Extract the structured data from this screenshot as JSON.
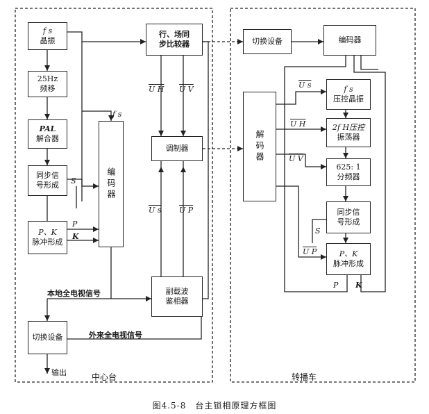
{
  "caption": "图4.5-8　台主锁相原理方框图",
  "regions": {
    "center": "中心台",
    "van": "转播车"
  },
  "left": {
    "fs": {
      "l1": "f s",
      "l2": "晶振"
    },
    "shift": {
      "l1": "25Hz",
      "l2": "频移"
    },
    "pal": {
      "l1": "PAL",
      "l2": "解合器"
    },
    "sync": {
      "l1": "同步信",
      "l2": "号形成"
    },
    "pk": {
      "l1": "P、K",
      "l2": "脉冲形成"
    },
    "switch": "切换设备",
    "encoder": "编码器",
    "compare": {
      "l1": "行、场同",
      "l2": "步比较器"
    },
    "modulator": "调制器",
    "demod": {
      "l1": "副载波",
      "l2": "鉴相器"
    }
  },
  "right": {
    "switch": "切换设备",
    "encoder": "编码器",
    "decoder": "解码器",
    "vco": {
      "l1": "f s",
      "l2": "压控晶振"
    },
    "hvco": {
      "l1": "2f H压控",
      "l2": "振荡器"
    },
    "div": {
      "l1": "625: 1",
      "l2": "分频器"
    },
    "sync": {
      "l1": "同步信",
      "l2": "号形成"
    },
    "pk": {
      "l1": "P、K",
      "l2": "脉冲形成"
    }
  },
  "labels": {
    "uh": "U H",
    "uv": "U V",
    "us": "U s",
    "up": "U P",
    "fs": "f s",
    "s": "S",
    "p": "P",
    "k": "K",
    "local": "本地全电视信号",
    "external": "外来全电视信号",
    "output": "输出",
    "r_us": "U s",
    "r_uh": "U H",
    "r_uv": "U V",
    "r_up": "U P",
    "r_s": "S",
    "r_p": "P",
    "r_k": "K"
  }
}
